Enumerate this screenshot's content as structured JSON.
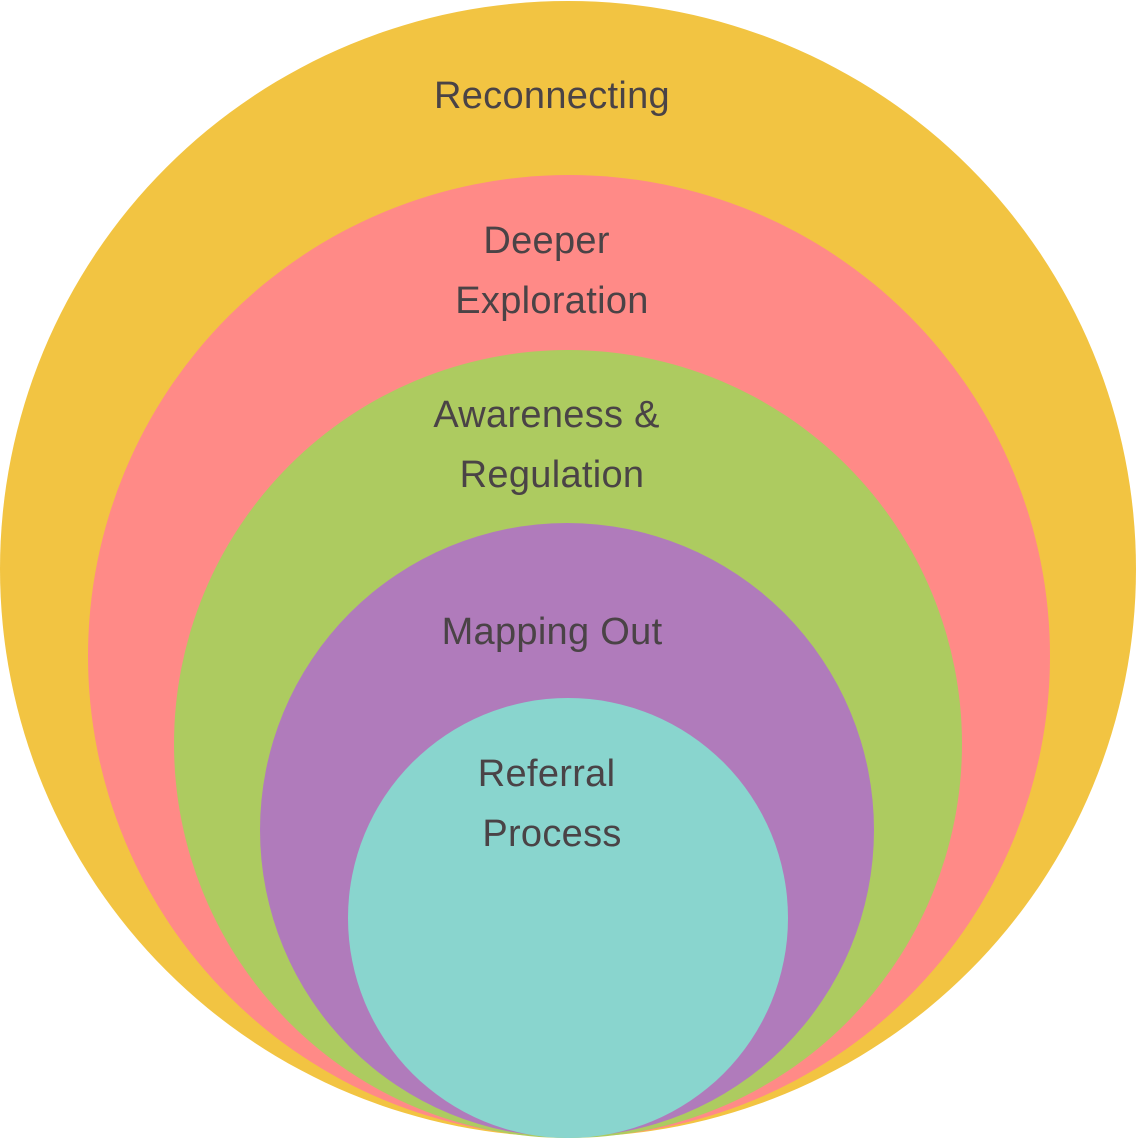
{
  "diagram": {
    "type": "nested-circles",
    "layers": [
      {
        "name": "Reconnecting",
        "lines": [
          "Reconnecting"
        ],
        "color": "#f2c442"
      },
      {
        "name": "Deeper Exploration",
        "lines": [
          "Deeper",
          "Exploration"
        ],
        "color": "#ff8a87"
      },
      {
        "name": "Awareness & Regulation",
        "lines": [
          "Awareness &",
          "Regulation"
        ],
        "color": "#adcb60"
      },
      {
        "name": "Mapping Out",
        "lines": [
          "Mapping Out"
        ],
        "color": "#b07bbb"
      },
      {
        "name": "Referral Process",
        "lines": [
          "Referral",
          "Process"
        ],
        "color": "#89d5ce"
      }
    ],
    "text_color": "#4a4346"
  }
}
